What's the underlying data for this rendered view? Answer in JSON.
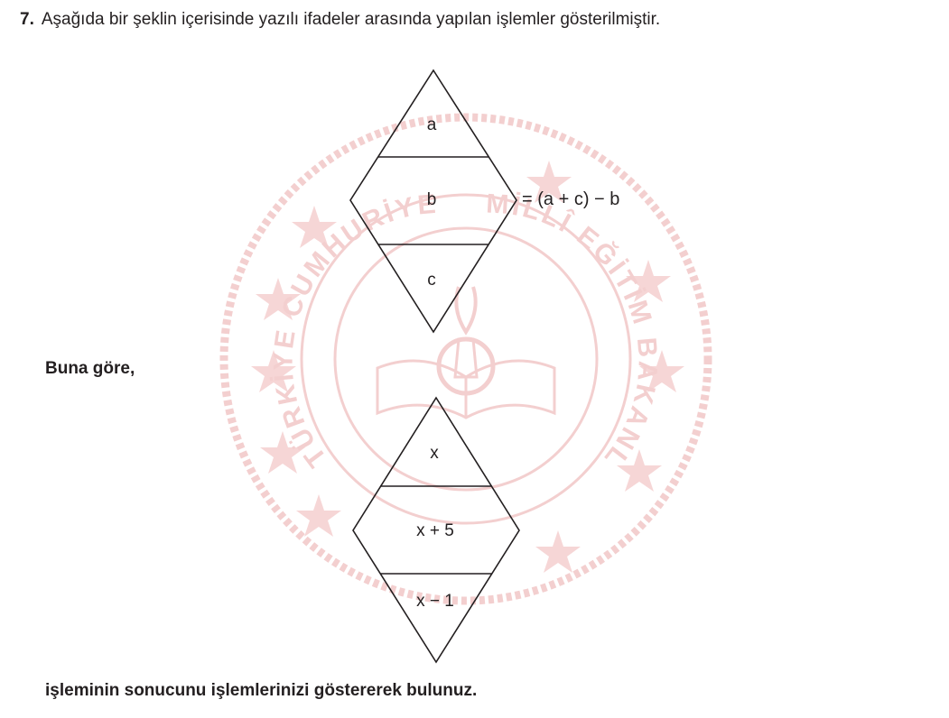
{
  "question": {
    "number": "7.",
    "text": "Aşağıda bir şeklin içerisinde yazılı ifadeler arasında yapılan işlemler gösterilmiştir."
  },
  "watermark": {
    "arc_text_left": "TÜRKİYE CUMHURİYETİ",
    "arc_text_right": "MİLLÎ EĞİTİM BAKANLIĞI",
    "color": "#f2c9c9"
  },
  "example_shape": {
    "top": "a",
    "middle": "b",
    "bottom": "c",
    "equation": "= (a + c) − b"
  },
  "prompt": "Buna göre,",
  "problem_shape": {
    "top": "x",
    "middle": "x + 5",
    "bottom": "x − 1"
  },
  "instruction": "işleminin sonucunu işlemlerinizi göstererek bulunuz."
}
